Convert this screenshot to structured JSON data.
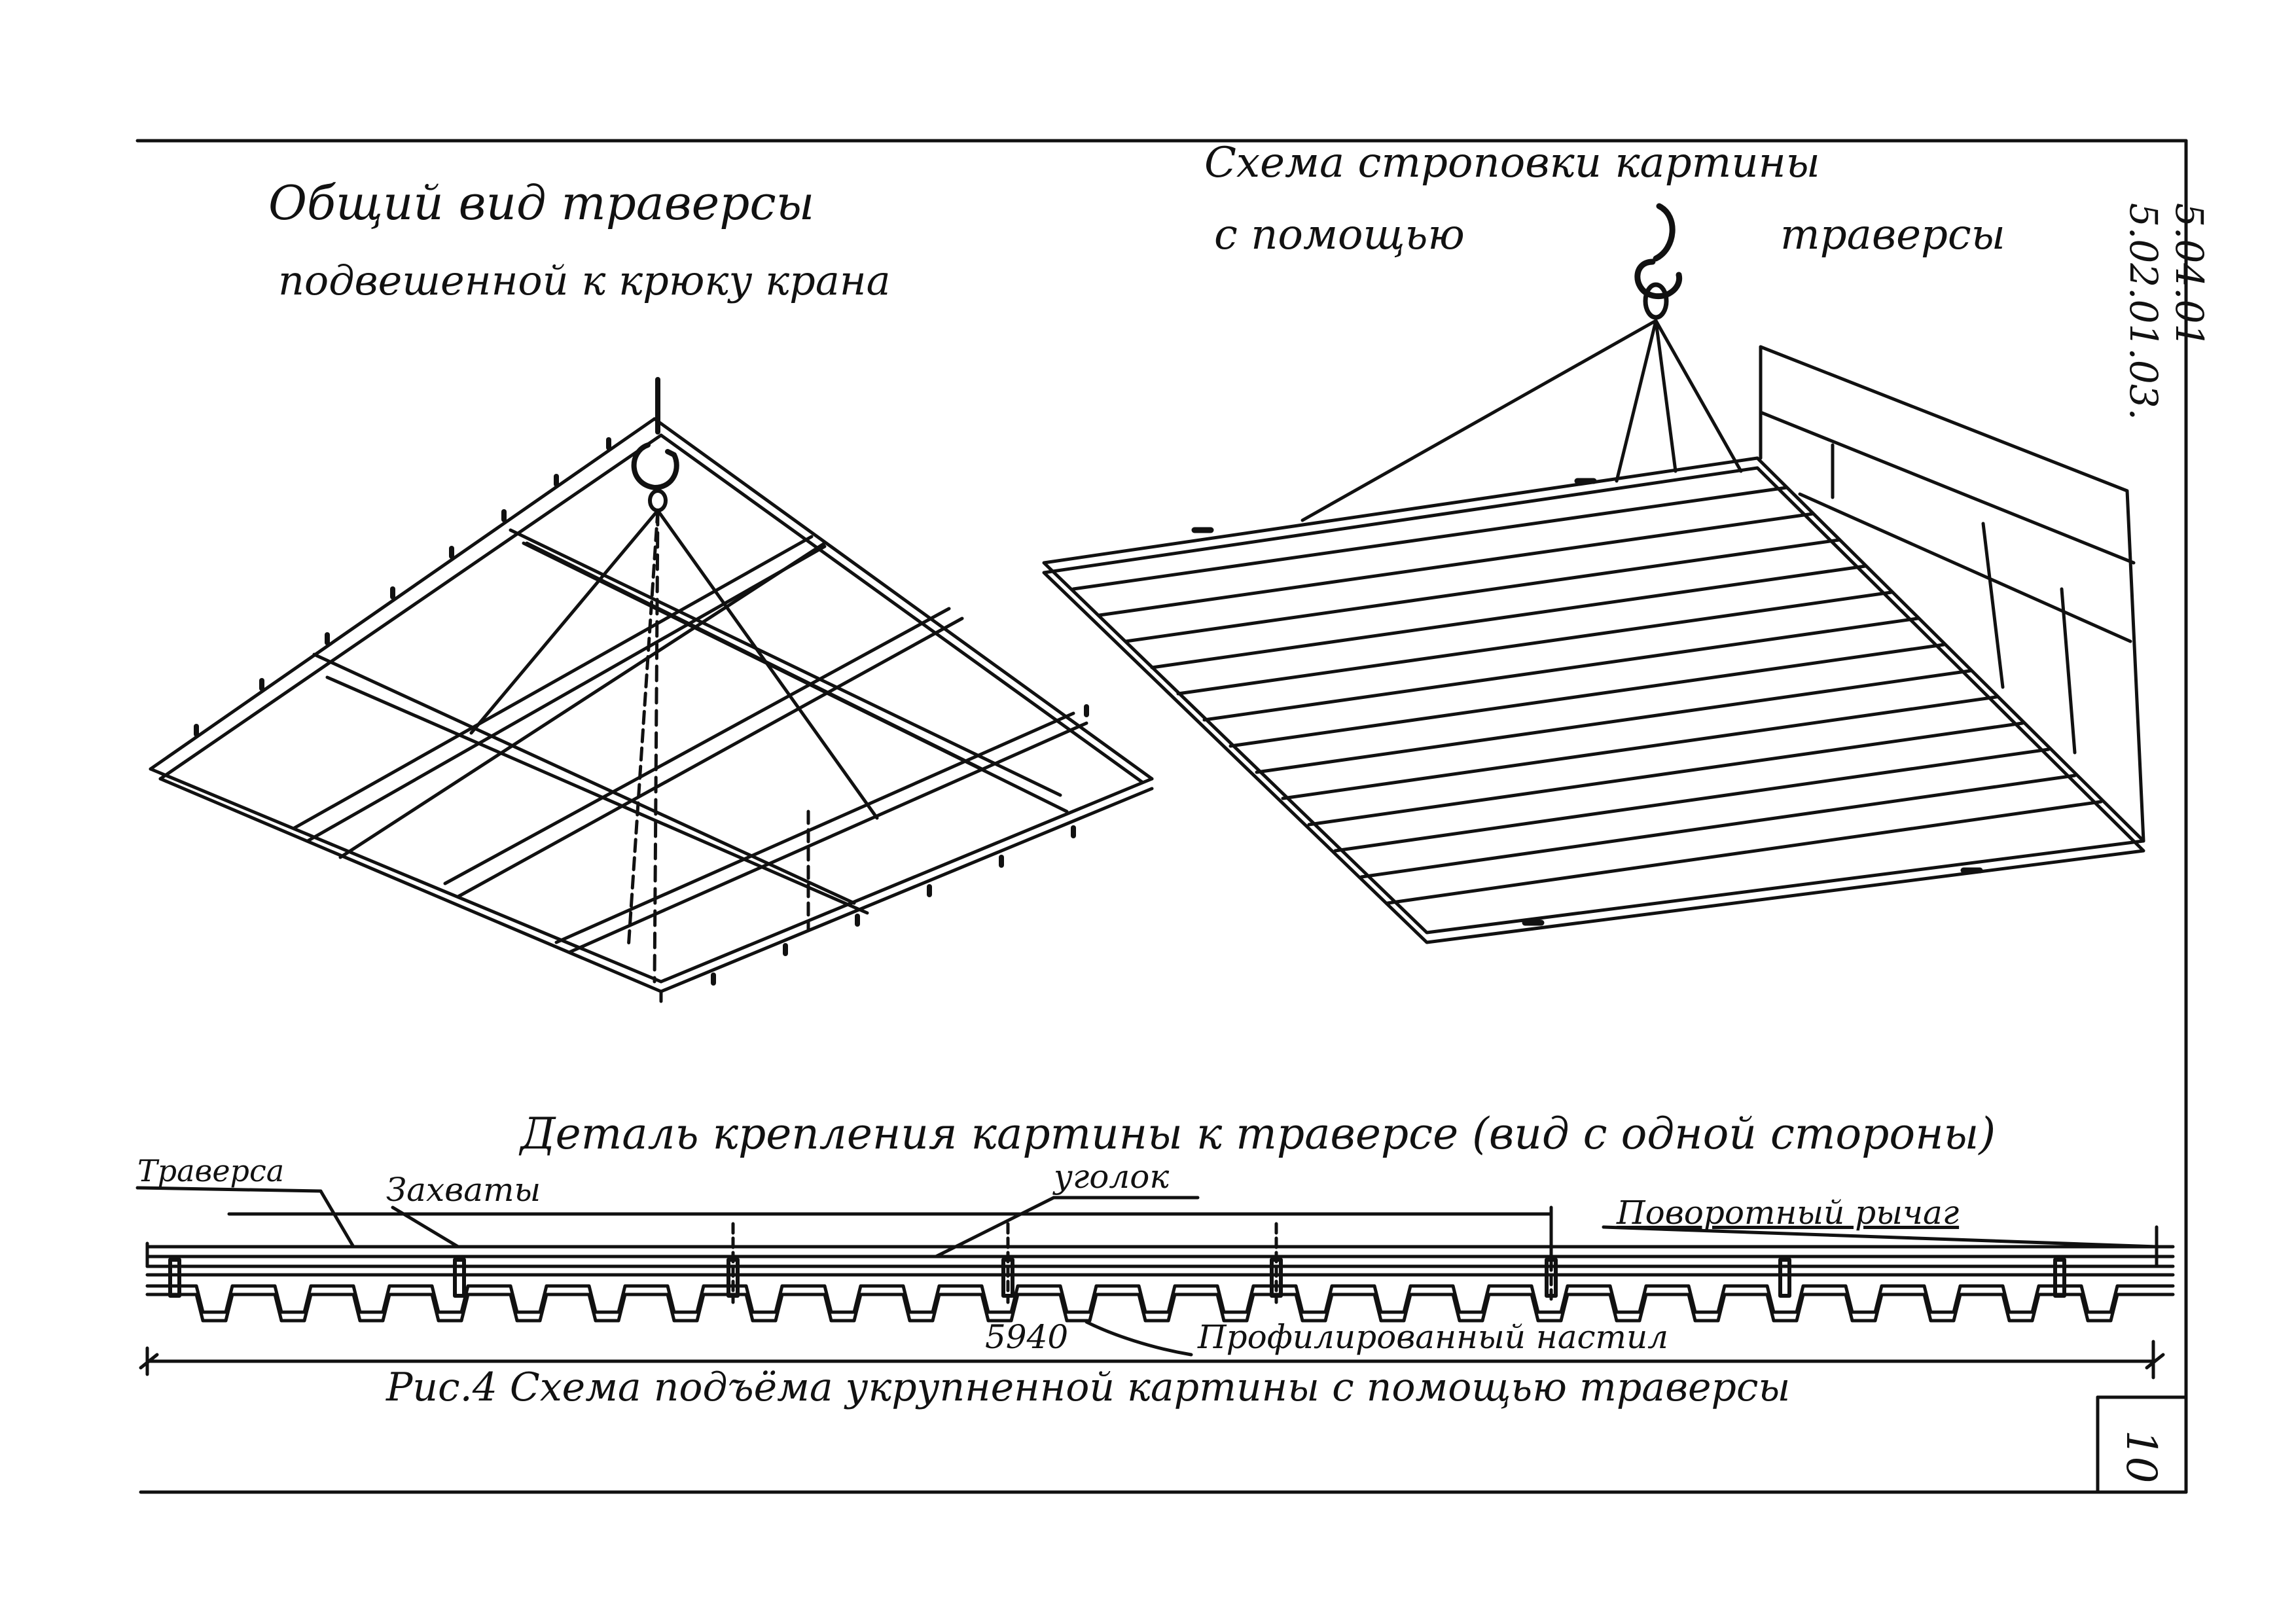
{
  "drawing": {
    "title_left_line1": "Общий вид траверсы",
    "title_left_line2": "подвешенной к крюку крана",
    "title_right_line1": "Схема строповки картины",
    "title_right_line2a": "с помощью",
    "title_right_line2b": "траверсы",
    "doc_code_line1": "5.04.01",
    "doc_code_line2": "5.02.01.03.",
    "detail_title": "Деталь крепления картины к траверсе (вид с одной стороны)",
    "label_traversa": "Траверса",
    "label_zakhvaty": "Захваты",
    "label_ugolok": "уголок",
    "label_lever": "Поворотный рычаг",
    "label_sheet": "Профилированный настил",
    "dimension": "5940",
    "caption": "Рис.4 Схема подъёма укрупненной картины с помощью траверсы",
    "page_number": "10"
  }
}
